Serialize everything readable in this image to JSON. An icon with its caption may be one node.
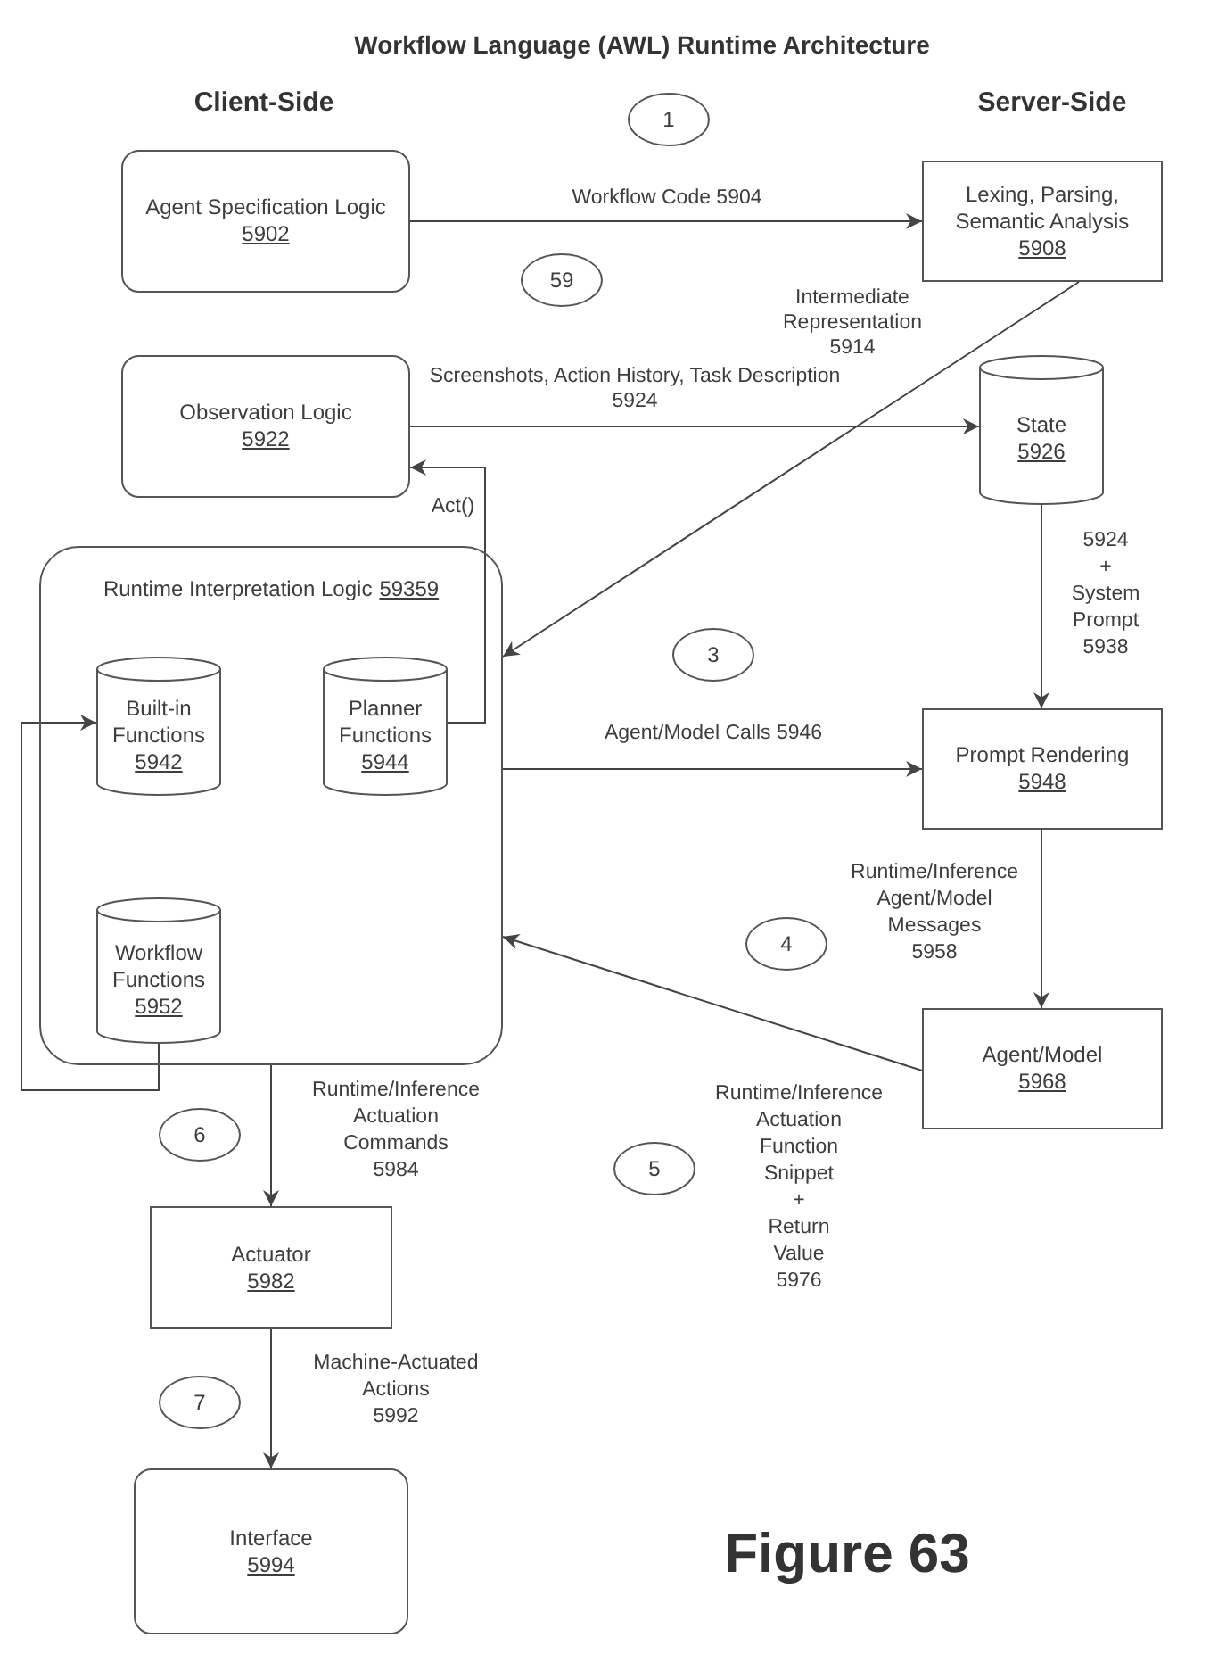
{
  "diagram": {
    "title": "Workflow Language (AWL) Runtime Architecture",
    "nodes": [
      {
        "text": [
          "1"
        ]
      },
      {
        "text": [
          "Agent Specification Logic",
          "5902"
        ]
      },
      {
        "text": [
          "Lexing, Parsing, Semantic Analysis",
          "5908"
        ]
      },
      {
        "text": [
          "59"
        ]
      },
      {
        "text": [
          "Observation Logic",
          "5922"
        ]
      },
      {
        "text": [
          "State",
          "5926"
        ]
      },
      {
        "text": [
          "Runtime Interpretation Logic",
          "59359"
        ]
      },
      {
        "text": [
          "Built-in Functions",
          "5942"
        ],
        "in": 6
      },
      {
        "text": [
          "Planner Functions",
          "5944"
        ],
        "in": 6
      },
      {
        "text": [
          "Workflow Functions",
          "5952"
        ],
        "in": 6
      },
      {
        "text": [
          "3"
        ]
      },
      {
        "text": [
          "Prompt Rendering",
          "5948"
        ]
      },
      {
        "text": [
          "4"
        ]
      },
      {
        "text": [
          "Agent/Model",
          "5968"
        ]
      },
      {
        "text": [
          "6"
        ]
      },
      {
        "text": [
          "5"
        ]
      },
      {
        "text": [
          "Actuator",
          "5982"
        ]
      },
      {
        "text": [
          "7"
        ]
      },
      {
        "text": [
          "Interface",
          "5994"
        ]
      }
    ],
    "edges": [
      {
        "from": 1,
        "to": 2,
        "arrow": "to",
        "label": "Workflow Code 5904"
      },
      {
        "from": 2,
        "to": 6,
        "arrow": "to",
        "label": "Intermediate Representation 5914"
      },
      {
        "from": 4,
        "to": 5,
        "arrow": "to",
        "label": "Screenshots, Action History, Task Description 5924"
      },
      {
        "from": 8,
        "to": 4,
        "arrow": "to",
        "label": "Act()"
      },
      {
        "from": 5,
        "to": 11,
        "arrow": "to",
        "label": "5924 + System Prompt 5938"
      },
      {
        "from": 6,
        "to": 11,
        "arrow": "to",
        "label": "Agent/Model Calls 5946"
      },
      {
        "from": 11,
        "to": 13,
        "arrow": "to",
        "label": "Runtime/Inference Agent/Model Messages 5958"
      },
      {
        "from": 13,
        "to": 6,
        "arrow": "to",
        "label": "Runtime/Inference Actuation Function Snippet + Return Value 5976"
      },
      {
        "from": 6,
        "to": 16,
        "arrow": "to",
        "label": "Runtime/Inference Actuation Commands 5984"
      },
      {
        "from": 16,
        "to": 18,
        "arrow": "to",
        "label": "Machine-Actuated Actions 5992"
      },
      {
        "from": 9,
        "to": 7,
        "arrow": "to"
      }
    ],
    "labels": [
      "Client-Side",
      "Server-Side",
      "Figure 63"
    ]
  }
}
